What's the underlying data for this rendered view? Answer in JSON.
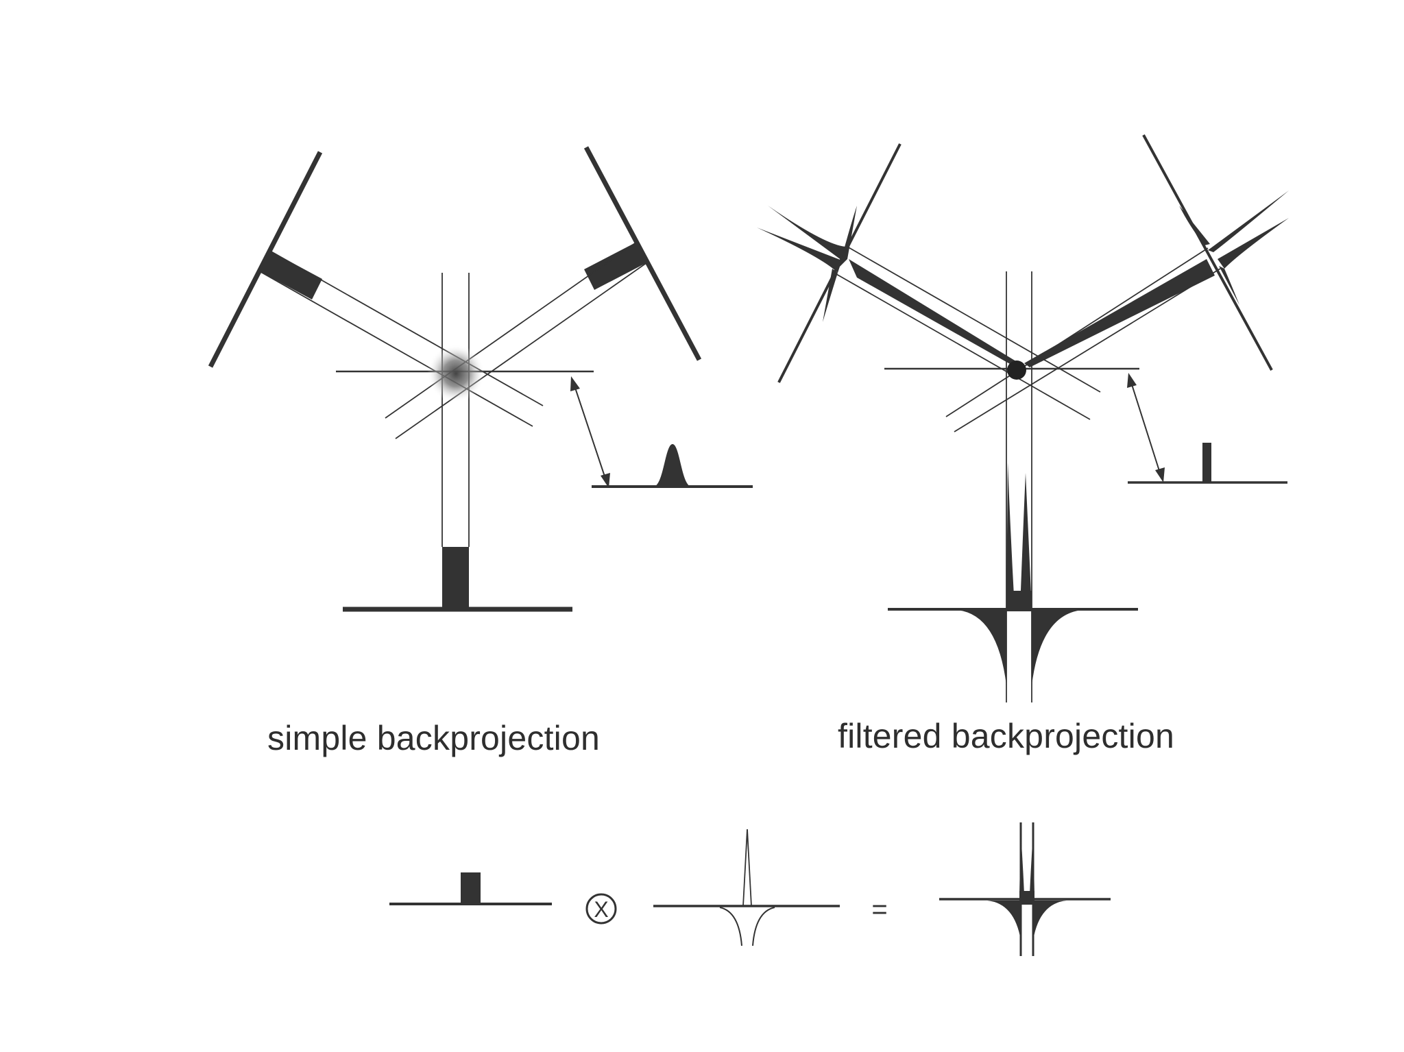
{
  "captions": {
    "left": "simple backprojection",
    "right": "filtered backprojection"
  },
  "equation": {
    "operator_symbol": "X",
    "equals_symbol": "="
  },
  "colors": {
    "ink": "#333333",
    "background": "#ffffff"
  }
}
